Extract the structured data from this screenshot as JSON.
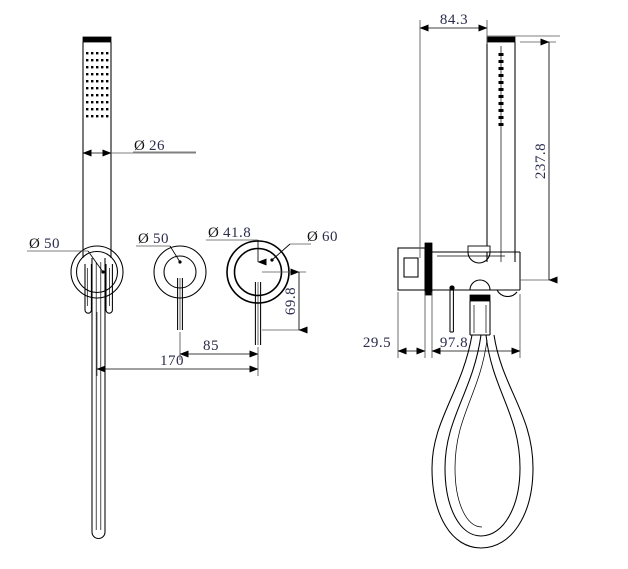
{
  "drawing": {
    "title": "Wall Mounted Shower Mixer Set Technical Drawing",
    "units": "mm",
    "background_color": "#ffffff",
    "line_color": "#000000",
    "dimension_text_color": "#2b2b4d",
    "symbol_color": "#111111"
  },
  "views": {
    "front": {
      "name": "front-elevation",
      "components": [
        "shower-handset",
        "handset-holder-escutcheon",
        "diverter-escutcheon",
        "mixer-escutcheon"
      ]
    },
    "side": {
      "name": "side-elevation",
      "components": [
        "shower-handset",
        "wall-mount-body",
        "outlet-elbow",
        "shower-hose-loop"
      ]
    }
  },
  "dimensions": {
    "front": [
      {
        "id": "dia-handset",
        "symbol": "Ø",
        "value": "26",
        "name": "diameter-handset-26"
      },
      {
        "id": "dia-holder",
        "symbol": "Ø",
        "value": "50",
        "name": "diameter-holder-50"
      },
      {
        "id": "dia-diverter",
        "symbol": "Ø",
        "value": "50",
        "name": "diameter-diverter-50"
      },
      {
        "id": "dia-mixer-in",
        "symbol": "Ø",
        "value": "41.8",
        "name": "diameter-mixer-inner-41-8"
      },
      {
        "id": "dia-mixer-out",
        "symbol": "Ø",
        "value": "60",
        "name": "diameter-mixer-outer-60"
      },
      {
        "id": "span-85",
        "symbol": "",
        "value": "85",
        "name": "spacing-85"
      },
      {
        "id": "span-170",
        "symbol": "",
        "value": "170",
        "name": "spacing-170"
      },
      {
        "id": "height-698",
        "symbol": "",
        "value": "69.8",
        "name": "handle-height-69-8"
      }
    ],
    "side": [
      {
        "id": "off-843",
        "symbol": "",
        "value": "84.3",
        "name": "offset-84-3"
      },
      {
        "id": "len-2378",
        "symbol": "",
        "value": "237.8",
        "name": "handset-length-237-8"
      },
      {
        "id": "proj-295",
        "symbol": "",
        "value": "29.5",
        "name": "wall-projection-29-5"
      },
      {
        "id": "proj-978",
        "symbol": "",
        "value": "97.8",
        "name": "body-projection-97-8"
      }
    ]
  }
}
